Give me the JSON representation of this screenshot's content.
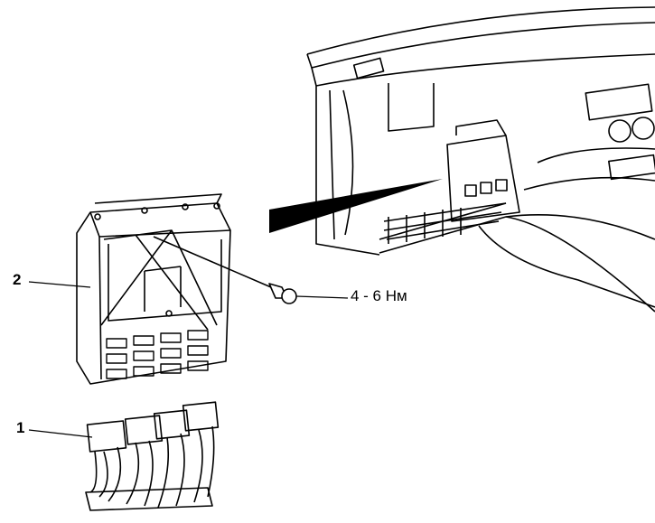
{
  "callouts": {
    "connector": "1",
    "control_unit": "2",
    "torque": "4 - 6 Нм"
  },
  "colors": {
    "ink": "#000000",
    "paper": "#ffffff"
  }
}
